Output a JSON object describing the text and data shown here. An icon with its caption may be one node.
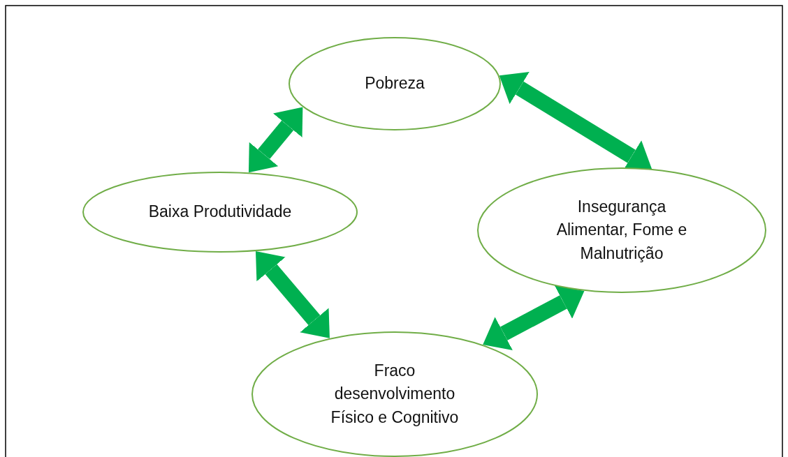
{
  "diagram": {
    "nodes": [
      {
        "text": [
          "Pobreza"
        ]
      },
      {
        "text": [
          "Baixa Produtividade"
        ]
      },
      {
        "text": [
          "Insegurança Alimentar, Fome e Malnutrição"
        ]
      },
      {
        "text": [
          "Fraco desenvolvimento Físico e Cognitivo"
        ]
      }
    ],
    "edges": [
      {
        "from": 0,
        "to": 2,
        "arrow": "both"
      },
      {
        "from": 0,
        "to": 1,
        "arrow": "both"
      },
      {
        "from": 1,
        "to": 3,
        "arrow": "both"
      },
      {
        "from": 2,
        "to": 3,
        "arrow": "both"
      }
    ]
  }
}
